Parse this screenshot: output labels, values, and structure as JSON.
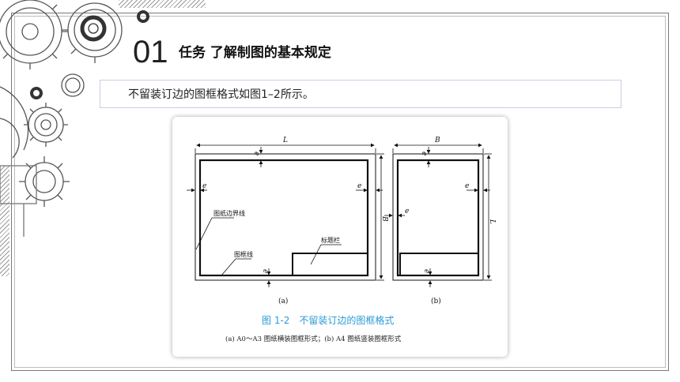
{
  "section": {
    "number": "01",
    "title": "任务 了解制图的基本规定"
  },
  "subtitle": "不留装订边的图框格式如图1–2所示。",
  "figure": {
    "panel_a": {
      "dim_L": "L",
      "dim_B": "B",
      "e_top": "e",
      "e_left": "e",
      "e_right": "e",
      "e_bottom": "e",
      "label_border_line": "图纸边界线",
      "label_frame_line": "图框线",
      "label_title_block": "标题栏",
      "caption": "(a)"
    },
    "panel_b": {
      "dim_B": "B",
      "dim_L": "L",
      "e_top": "e",
      "e_left": "e",
      "e_right": "e",
      "e_bottom": "e",
      "caption": "(b)"
    },
    "title": "图 1-2　不留装订边的图框格式",
    "caption": "(a) A0～A3 图纸横装图框形式；(b) A4 图纸竖装图框形式",
    "title_color": "#2a9bd6"
  },
  "icons": [
    "gear-icon",
    "gear-icon",
    "gear-icon",
    "gear-icon",
    "gear-icon",
    "gear-icon"
  ]
}
